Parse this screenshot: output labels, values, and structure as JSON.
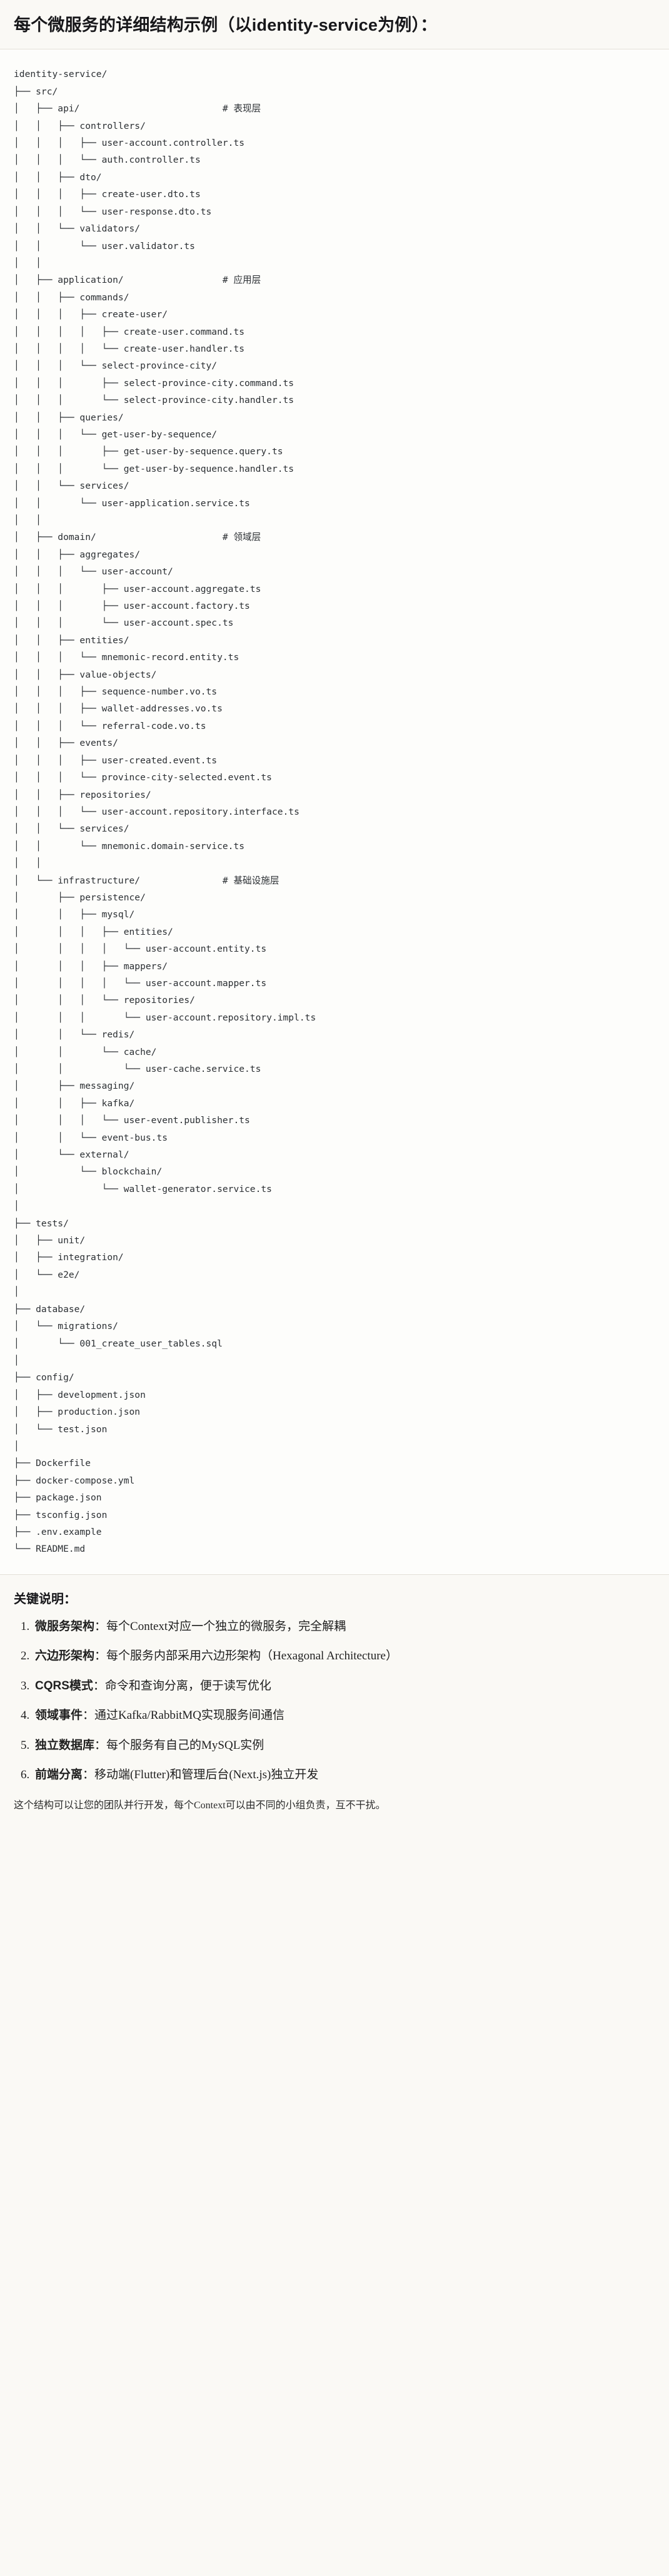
{
  "header": {
    "title_prefix": "每个微服务的详细结构示例",
    "title_paren": "（以identity-service为例）：",
    "full_title": "每个微服务的详细结构示例（以identity-service为例）："
  },
  "tree": {
    "root": "identity-service/",
    "text": "identity-service/\n├── src/\n│   ├── api/                          # 表现层\n│   │   ├── controllers/\n│   │   │   ├── user-account.controller.ts\n│   │   │   └── auth.controller.ts\n│   │   ├── dto/\n│   │   │   ├── create-user.dto.ts\n│   │   │   └── user-response.dto.ts\n│   │   └── validators/\n│   │       └── user.validator.ts\n│   │\n│   ├── application/                  # 应用层\n│   │   ├── commands/\n│   │   │   ├── create-user/\n│   │   │   │   ├── create-user.command.ts\n│   │   │   │   └── create-user.handler.ts\n│   │   │   └── select-province-city/\n│   │   │       ├── select-province-city.command.ts\n│   │   │       └── select-province-city.handler.ts\n│   │   ├── queries/\n│   │   │   └── get-user-by-sequence/\n│   │   │       ├── get-user-by-sequence.query.ts\n│   │   │       └── get-user-by-sequence.handler.ts\n│   │   └── services/\n│   │       └── user-application.service.ts\n│   │\n│   ├── domain/                       # 领域层\n│   │   ├── aggregates/\n│   │   │   └── user-account/\n│   │   │       ├── user-account.aggregate.ts\n│   │   │       ├── user-account.factory.ts\n│   │   │       └── user-account.spec.ts\n│   │   ├── entities/\n│   │   │   └── mnemonic-record.entity.ts\n│   │   ├── value-objects/\n│   │   │   ├── sequence-number.vo.ts\n│   │   │   ├── wallet-addresses.vo.ts\n│   │   │   └── referral-code.vo.ts\n│   │   ├── events/\n│   │   │   ├── user-created.event.ts\n│   │   │   └── province-city-selected.event.ts\n│   │   ├── repositories/\n│   │   │   └── user-account.repository.interface.ts\n│   │   └── services/\n│   │       └── mnemonic.domain-service.ts\n│   │\n│   └── infrastructure/               # 基础设施层\n│       ├── persistence/\n│       │   ├── mysql/\n│       │   │   ├── entities/\n│       │   │   │   └── user-account.entity.ts\n│       │   │   ├── mappers/\n│       │   │   │   └── user-account.mapper.ts\n│       │   │   └── repositories/\n│       │   │       └── user-account.repository.impl.ts\n│       │   └── redis/\n│       │       └── cache/\n│       │           └── user-cache.service.ts\n│       ├── messaging/\n│       │   ├── kafka/\n│       │   │   └── user-event.publisher.ts\n│       │   └── event-bus.ts\n│       └── external/\n│           └── blockchain/\n│               └── wallet-generator.service.ts\n│\n├── tests/\n│   ├── unit/\n│   ├── integration/\n│   └── e2e/\n│\n├── database/\n│   └── migrations/\n│       └── 001_create_user_tables.sql\n│\n├── config/\n│   ├── development.json\n│   ├── production.json\n│   └── test.json\n│\n├── Dockerfile\n├── docker-compose.yml\n├── package.json\n├── tsconfig.json\n├── .env.example\n└── README.md",
    "layer_comments": [
      {
        "path": "src/api/",
        "comment": "# 表现层"
      },
      {
        "path": "src/application/",
        "comment": "# 应用层"
      },
      {
        "path": "src/domain/",
        "comment": "# 领域层"
      },
      {
        "path": "src/infrastructure/",
        "comment": "# 基础设施层"
      }
    ]
  },
  "keys": {
    "title": "关键说明：",
    "items": [
      {
        "term": "微服务架构",
        "desc": "：每个Context对应一个独立的微服务，完全解耦"
      },
      {
        "term": "六边形架构",
        "desc": "：每个服务内部采用六边形架构（Hexagonal Architecture）"
      },
      {
        "term": "CQRS模式",
        "desc": "：命令和查询分离，便于读写优化"
      },
      {
        "term": "领域事件",
        "desc": "：通过Kafka/RabbitMQ实现服务间通信"
      },
      {
        "term": "独立数据库",
        "desc": "：每个服务有自己的MySQL实例"
      },
      {
        "term": "前端分离",
        "desc": "：移动端(Flutter)和管理后台(Next.js)独立开发"
      }
    ],
    "closing": "这个结构可以让您的团队并行开发，每个Context可以由不同的小组负责，互不干扰。"
  },
  "colors": {
    "page_bg": "#faf9f5",
    "code_bg": "#fdfdfb",
    "text": "#1f1f1f",
    "code_text": "#2b2f33",
    "rule": "#e4e1d8"
  }
}
